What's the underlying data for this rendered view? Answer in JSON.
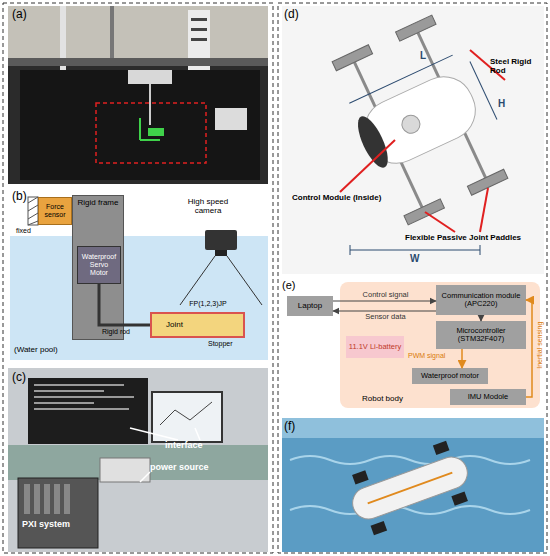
{
  "diagram": {
    "nodes": [
      {
        "text": [
          "Force sensor"
        ]
      },
      {
        "text": [
          "Rigid frame"
        ]
      },
      {
        "text": [
          "Waterproof Servo Motor"
        ],
        "in": 1
      },
      {
        "text": [
          "Joint"
        ]
      },
      {
        "text": [
          "Laptop"
        ]
      },
      {
        "text": [
          "Robot body"
        ]
      },
      {
        "text": [
          "Communication module (APC220)"
        ],
        "in": 5
      },
      {
        "text": [
          "11.1V Li-battery"
        ],
        "in": 5
      },
      {
        "text": [
          "Microcontroller (STM32F407)"
        ],
        "in": 5
      },
      {
        "text": [
          "Waterproof motor"
        ],
        "in": 5
      },
      {
        "text": [
          "IMU Modole"
        ],
        "in": 5
      }
    ],
    "edges": [
      {
        "from": 2,
        "to": 3,
        "arrow": "none",
        "label": "Rigid rod"
      },
      {
        "from": 4,
        "to": 6,
        "arrow": "to",
        "label": "Control signal"
      },
      {
        "from": 6,
        "to": 4,
        "arrow": "to",
        "label": "Sensor data"
      },
      {
        "from": 6,
        "to": 8,
        "arrow": "to"
      },
      {
        "from": 8,
        "to": 9,
        "arrow": "to",
        "label": "PWM signal"
      },
      {
        "from": 10,
        "to": 6,
        "arrow": "to",
        "label": "Inertial sensing"
      }
    ],
    "labels": [
      "(a)",
      "(b)",
      "fixed",
      "High speed camera",
      "FP(1,2,3)JP",
      "Stopper",
      "(Water pool)",
      "(c)",
      "interface",
      "power source",
      "PXI system",
      "(d)",
      "L",
      "H",
      "W",
      "Steel Rigid Rod",
      "Control Module (Inside)",
      "Flexible Passive Joint Paddles",
      "(e)",
      "(f)"
    ]
  }
}
